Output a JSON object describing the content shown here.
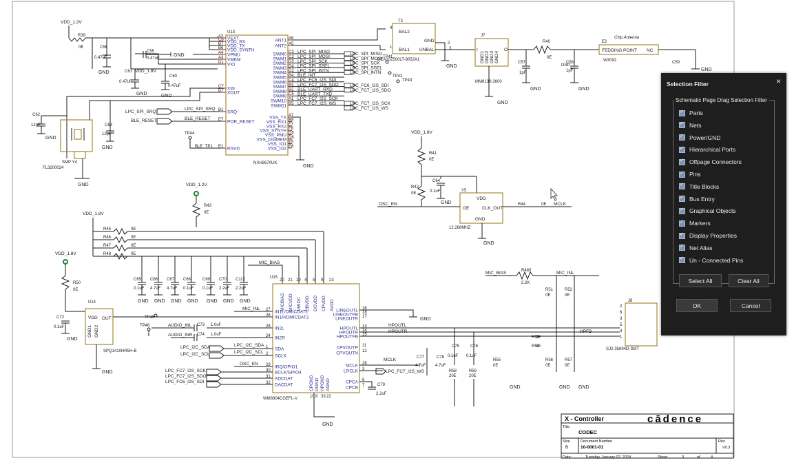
{
  "schematic": {
    "power_labels": {
      "vdd12": "VDD_1.2V",
      "vdd18": "VDD_1.8V",
      "gnd": "GND"
    },
    "u13": {
      "ref": "U13",
      "part": "NXH3670UK",
      "left_pins": [
        "VEXT",
        "VDD_RX",
        "VDD_TX",
        "VDD_SYNTH",
        "VPMU",
        "VMEM",
        "VIO",
        "XIN",
        "XOUT",
        "SRQ",
        "POR_RESET",
        "RSVD"
      ],
      "left_pin_nums": [
        "A2",
        "C6",
        "B7",
        "B6",
        "A4",
        "A3",
        "D1",
        "C7",
        "D7",
        "B1",
        "E7",
        "E1"
      ],
      "right_pins": [
        "ANT1",
        "ANT2",
        "SWM0",
        "SWM1",
        "SWM2",
        "SWM3",
        "SWM4",
        "SWM5",
        "SWM6",
        "SWM7",
        "SWM8",
        "SWM9",
        "SWM10",
        "SWM11",
        "VSS_TX",
        "VSS_RX1",
        "VSS_RX2",
        "VSS_SYNTH",
        "VSS_PMU",
        "VSS_DIGMEM",
        "VSS_IO1",
        "VSS_IO2"
      ],
      "right_pin_nums": [
        "A6",
        "A5",
        "C3",
        "C2",
        "D3",
        "D4",
        "D2",
        "B4",
        "C4",
        "B3",
        "B2",
        "C5",
        "A1",
        "B5",
        "A7",
        "B8",
        "F7",
        "F8",
        "D5",
        "D6",
        "E5",
        "E6"
      ]
    },
    "u13_nets": [
      "LPC_SPI_MISO",
      "LPC_SPI_MOSI",
      "LPC_SPI_SCK",
      "LPC_SPI_SSEL",
      "LPC_SPI_INTN",
      "BLE_INT",
      "LPC_FC6_I2S_SDI",
      "LPC_FC7_I2S_SDO",
      "BLE_UART_RXD",
      "BLE_UART_TXD",
      "LPC_FC7_I2S_SCK",
      "LPC_FC7_I2S_WS"
    ],
    "u13_offpage": [
      "LPC_SPI_MISO",
      "LPC_SPI_MOSI",
      "LPC_SPI_SCK",
      "LPC_SPI_SSEL",
      "LPC_SPI_INTN",
      "LPC_FC6_I2S_SDI",
      "LPC_FC7_I2S_SDO",
      "LPC_FC7_I2S_SCK",
      "LPC_FC7_I2S_WS"
    ],
    "left_offpage": {
      "srq": "LPC_SPI_SRQ",
      "reset": "BLE_RESET",
      "srq_net": "LPC_SPI_SRQ",
      "reset_net": "BLE_RESET",
      "tp44_net": "BLE_TP1"
    },
    "crystal": {
      "ref": "FL3200024",
      "y": "SMP Y4",
      "c62": "C62",
      "c62v": "12pF",
      "c63": "C63",
      "c63v": "12pF"
    },
    "caps_top": {
      "c56": "C56",
      "c56v": "0.47uF",
      "c55": "C55",
      "c55v": "0.47uF",
      "c61": "C61",
      "c61v": "0.47uF",
      "c60": "C60",
      "c60v": "0.47uF",
      "r39": "R39",
      "r39v": "0E"
    },
    "t2": {
      "ref": "T2",
      "part": "DEA102500LT-9052A1",
      "bal1": "BAL1",
      "bal2": "BAL2",
      "gnd": "GND",
      "unbal": "UNBAL",
      "n1": "1",
      "n2": "2",
      "n3": "3",
      "n4": "4"
    },
    "j7": {
      "ref": "J7",
      "part": "MM8130-2600",
      "pins": [
        "GND1",
        "GND2",
        "GND3",
        "GND4"
      ],
      "i": "I",
      "o": "O"
    },
    "rf": {
      "r40": "R40",
      "r40v": "0E",
      "c57": "C57",
      "c57v": "1pF",
      "c58": "C58",
      "c58v": "1pF",
      "c59": "C59",
      "dnp": "DNP"
    },
    "e2": {
      "ref": "E2",
      "part": "W3092",
      "pin": "FEDDING POINT",
      "nc": "NC",
      "name": "Chip Antenna"
    },
    "tps": [
      "TP41",
      "TP42",
      "TP43",
      "TP44",
      "TP45",
      "TP46"
    ],
    "y5": {
      "ref": "Y5",
      "part": "12.288MHZ",
      "vdd": "VDD",
      "oe": "OE",
      "clk": "CLK_OUT",
      "gnd": "GND",
      "r41": "R41",
      "r41v": "0E",
      "r42": "R42",
      "r42v": "0E",
      "c64": "C64",
      "c64v": "0.1uF",
      "r44": "R44",
      "r44v": "0E",
      "net_in": "OSC_EN",
      "net_out": "MCLK"
    },
    "bias_res": [
      {
        "ref": "R45",
        "v": "0E"
      },
      {
        "ref": "R46",
        "v": "0E"
      },
      {
        "ref": "R47",
        "v": "0E"
      },
      {
        "ref": "R48",
        "v": "0E"
      }
    ],
    "r43": {
      "ref": "R43",
      "v": "0E"
    },
    "decoup": [
      {
        "ref": "C65",
        "v": "0.1uF"
      },
      {
        "ref": "C66",
        "v": "4.7uF"
      },
      {
        "ref": "C67",
        "v": "4.7uF"
      },
      {
        "ref": "C68",
        "v": "0.1uF"
      },
      {
        "ref": "C69",
        "v": "0.1uF"
      },
      {
        "ref": "C70",
        "v": "2.2uF"
      },
      {
        "ref": "C112",
        "v": "2.2uF"
      }
    ],
    "u15": {
      "ref": "U15",
      "part": "WM8904CGEFL-V",
      "left_pins": [
        "IN1L/DMICDAT1",
        "IN1R/DMICDAT2",
        "IN2L",
        "IN2R",
        "SDA",
        "SCLK",
        "IRQ/GPIO1",
        "BCLK/GPIO4",
        "ADCDAT",
        "DACDAT"
      ],
      "left_nums": [
        "27",
        "26",
        "25",
        "24",
        "1",
        "2",
        "29",
        "30",
        "31",
        "32"
      ],
      "top_pins": [
        "MICBIAS",
        "MICVDD",
        "VMIDC",
        "DBVDD",
        "DCVDD",
        "CPVDD",
        "AVDD"
      ],
      "top_nums": [
        "20",
        "21",
        "19",
        "4",
        "5",
        "9",
        "23"
      ],
      "right_pins": [
        "LINEOUTL",
        "LINEOUTFB",
        "LINEOUTR",
        "HPOUTL",
        "HPOUTR",
        "HPOUTFB",
        "CPVOUTP",
        "CPVOUTN",
        "MCLK",
        "LRCLK",
        "CPCA",
        "CPCB"
      ],
      "right_nums": [
        "16",
        "18",
        "17",
        "13",
        "14",
        "15",
        "11",
        "12",
        "28",
        "3",
        "6",
        "7"
      ],
      "bottom_pins": [
        "CPGND",
        "DGND",
        "HPGND",
        "AGND"
      ],
      "bottom_nums": [
        "10",
        "8",
        "33",
        "22"
      ]
    },
    "audio_nets": {
      "mic_bias": "MIC_BIAS",
      "mic_inl": "MIC_INL",
      "audio_inl": "AUDIO_INL",
      "audio_inr": "AUDIO_INR",
      "sda": "LPC_I2C_SDA",
      "scl": "LPC_I2C_SCL",
      "osc_en": "OSC_EN",
      "sck": "LPC_FC7_I2S_SCK",
      "sdo": "LPC_FC7_I2S_SDO",
      "sdi": "LPC_FC6_I2S_SDI",
      "ws": "LPC_FC7_I2S_WS",
      "mclk": "MCLK",
      "hpoutl": "HPOUTL",
      "hpoutr": "HPOUTR",
      "hpfb": "HPFB"
    },
    "u15_caps": {
      "c73": "C73",
      "c73v": "1.0uF",
      "c74": "C74",
      "c74v": "1.0uF",
      "c75": "C75",
      "c75v": "0.1uF",
      "c76": "C76",
      "c76v": "0.1uF",
      "c77": "C77",
      "c77v": "4.7uF",
      "c78": "C78",
      "c78v": "4.7uF",
      "c79": "C79",
      "c79v": "2.2uF",
      "r58": "R58",
      "r58v": "20E",
      "r59": "R59",
      "r59v": "20E"
    },
    "u14": {
      "ref": "U14",
      "part": "SPQ1410HR5H-B",
      "vdd": "VDD",
      "out": "OUT",
      "gnd1": "GND1",
      "gnd2": "GND2",
      "r50": "R50",
      "r50v": "0E",
      "c72": "C72",
      "c72v": "0.1uF"
    },
    "mic_res": {
      "r485": "R485",
      "r485v": "2.2K",
      "r51": "R51",
      "r51v": "0E",
      "r52": "R52",
      "r52v": "0E",
      "r53": "R53",
      "r53v": "0E",
      "r54": "R54",
      "r54v": "0E",
      "r55": "R55",
      "r55v": "0E",
      "r56": "R56",
      "r56v": "0E",
      "r57": "R57",
      "r57v": "0E"
    },
    "j8": {
      "ref": "J8",
      "part": "SJ2-35894D-SMT",
      "nums": [
        "2",
        "6",
        "3",
        "5",
        "4",
        "1"
      ]
    }
  },
  "title_block": {
    "company": "X - Controller",
    "brand": "cādence",
    "title_label": "Title",
    "title": "CODEC",
    "size_label": "Size",
    "size": "B",
    "docnum_label": "Document Number",
    "docnum": "10-0001-01",
    "rev_label": "Rev",
    "rev": "V0.3",
    "date_label": "Date:",
    "date": "Tuesday, January 02, 2024",
    "sheet_label": "Sheet",
    "sheet": "3",
    "of_label": "of",
    "of": "4"
  },
  "dialog": {
    "title": "Selection Filter",
    "close": "×",
    "group_label": "Schematic Page Drag Selection Filter",
    "options": [
      "Parts",
      "Nets",
      "Power/GND",
      "Hierarchical Ports",
      "Offpage Connectors",
      "Pins",
      "Title Blocks",
      "Bus Entry",
      "Graphical Objects",
      "Markers",
      "Display Properties",
      "Net Alias",
      "Un - Connected Pins"
    ],
    "select_all": "Select All",
    "clear_all": "Clear All",
    "ok": "OK",
    "cancel": "Cancel"
  }
}
